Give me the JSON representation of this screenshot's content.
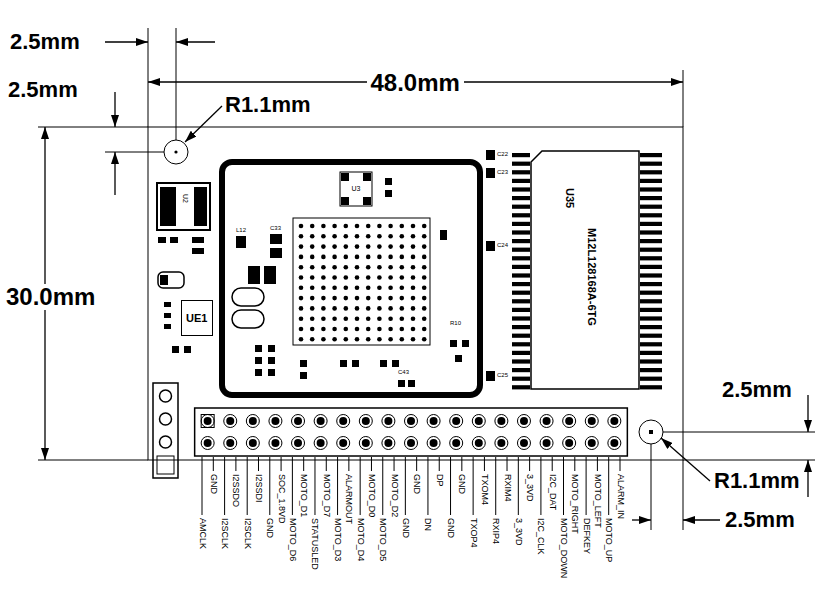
{
  "diagram": {
    "nodes": [
      {
        "text": [
          "U35",
          "M12L128168A-6TG"
        ]
      },
      {
        "text": [
          "UE1"
        ]
      }
    ],
    "labels": [
      "2.5mm",
      "48.0mm",
      "2.5mm",
      "R1.1mm",
      "U3",
      "C22",
      "C23",
      "U2",
      "L12",
      "C33",
      "C24",
      "30.0mm",
      "R10",
      "C25",
      "C43",
      "2.5mm",
      "R1.1mm",
      "2.5mm",
      "AMCLK",
      "GND",
      "I2SCLK",
      "I2SSDO",
      "I2SCLK",
      "I2SSDI",
      "GND",
      "SOC_1.8VD",
      "MOTO_D6",
      "MOTO_D1",
      "STATUSLED",
      "MOTO_D7",
      "MOTO_D3",
      "ALARMOUT",
      "MOTO_D4",
      "MOTO_D0",
      "MOTO_D5",
      "MOTO_D2",
      "GND",
      "GND",
      "DN",
      "DP",
      "GND",
      "GND",
      "TXOP4",
      "TXOM4",
      "RXIP4",
      "RXIM4",
      "3_3VD",
      "3_3VD",
      "I2C_CLK",
      "I2C_DAT",
      "MOTO_DOWN",
      "MOTO_RIGHT",
      "DEFKEY",
      "MOTO_LEFT",
      "MOTO_UP",
      "ALARM_IN"
    ]
  }
}
